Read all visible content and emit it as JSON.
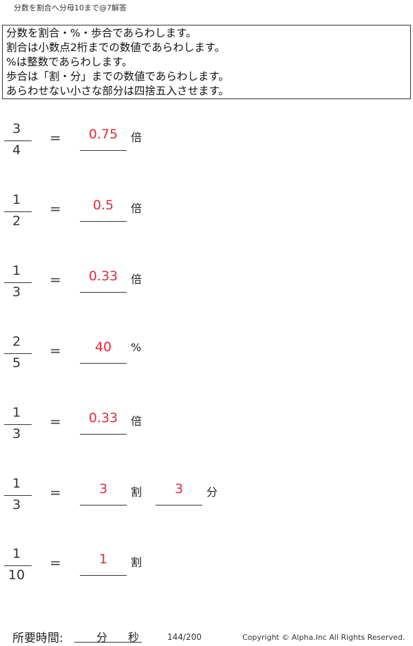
{
  "title": "分数を割合へ分母10まで@7解答",
  "instructions": [
    "分数を割合・%・歩合であらわします。",
    "割合は小数点2桁までの数値であらわします。",
    "%は整数であらわします。",
    "歩合は「割・分」までの数値であらわします。",
    "あらわせない小さな部分は四捨五入させます。"
  ],
  "equals": "=",
  "problems": [
    {
      "numerator": "3",
      "denominator": "4",
      "answer": "0.75",
      "unit": "倍"
    },
    {
      "numerator": "1",
      "denominator": "2",
      "answer": "0.5",
      "unit": "倍"
    },
    {
      "numerator": "1",
      "denominator": "3",
      "answer": "0.33",
      "unit": "倍"
    },
    {
      "numerator": "2",
      "denominator": "5",
      "answer": "40",
      "unit": "%"
    },
    {
      "numerator": "1",
      "denominator": "3",
      "answer": "0.33",
      "unit": "倍"
    },
    {
      "numerator": "1",
      "denominator": "3",
      "answer": "3",
      "unit": "割",
      "answer2": "3",
      "unit2": "分"
    },
    {
      "numerator": "1",
      "denominator": "10",
      "answer": "1",
      "unit": "割"
    }
  ],
  "footer": {
    "time_label": "所要時間:",
    "minutes_unit": "分",
    "seconds_unit": "秒",
    "page": "144/200",
    "copyright": "Copyright ©  Alpha.Inc All Rights Reserved."
  },
  "colors": {
    "answer": "#e4283c",
    "text": "#222222"
  }
}
